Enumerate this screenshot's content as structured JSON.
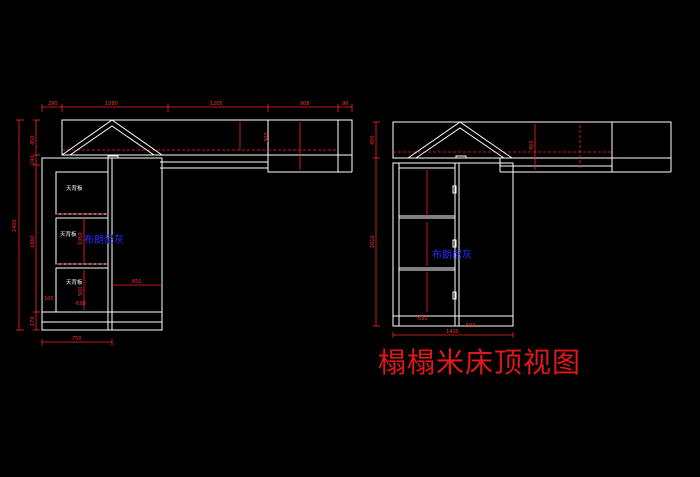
{
  "drawing": {
    "title": "榻榻米床顶视图",
    "watermark": "布朗尼灰",
    "colors": {
      "background": "#000000",
      "outline": "#ffffff",
      "dimension": "#ff2020",
      "title": "#e01818",
      "watermark": "#2a2aff"
    }
  },
  "left_view": {
    "top_dims": [
      "290",
      "1380",
      "1205",
      "908",
      "90"
    ],
    "left_dims": [
      "450",
      "240",
      "1860",
      "2400",
      "170"
    ],
    "inner_dims": [
      "1050",
      "500",
      "630",
      "650",
      "300",
      "100"
    ],
    "shelf_labels": [
      "天背板",
      "天背板",
      "天背板"
    ],
    "bottom_dim": "750"
  },
  "right_view": {
    "left_dims": [
      "450",
      "2010"
    ],
    "inner_dims": [
      "630",
      "450"
    ],
    "bottom_dims": [
      "1400",
      "600"
    ]
  }
}
